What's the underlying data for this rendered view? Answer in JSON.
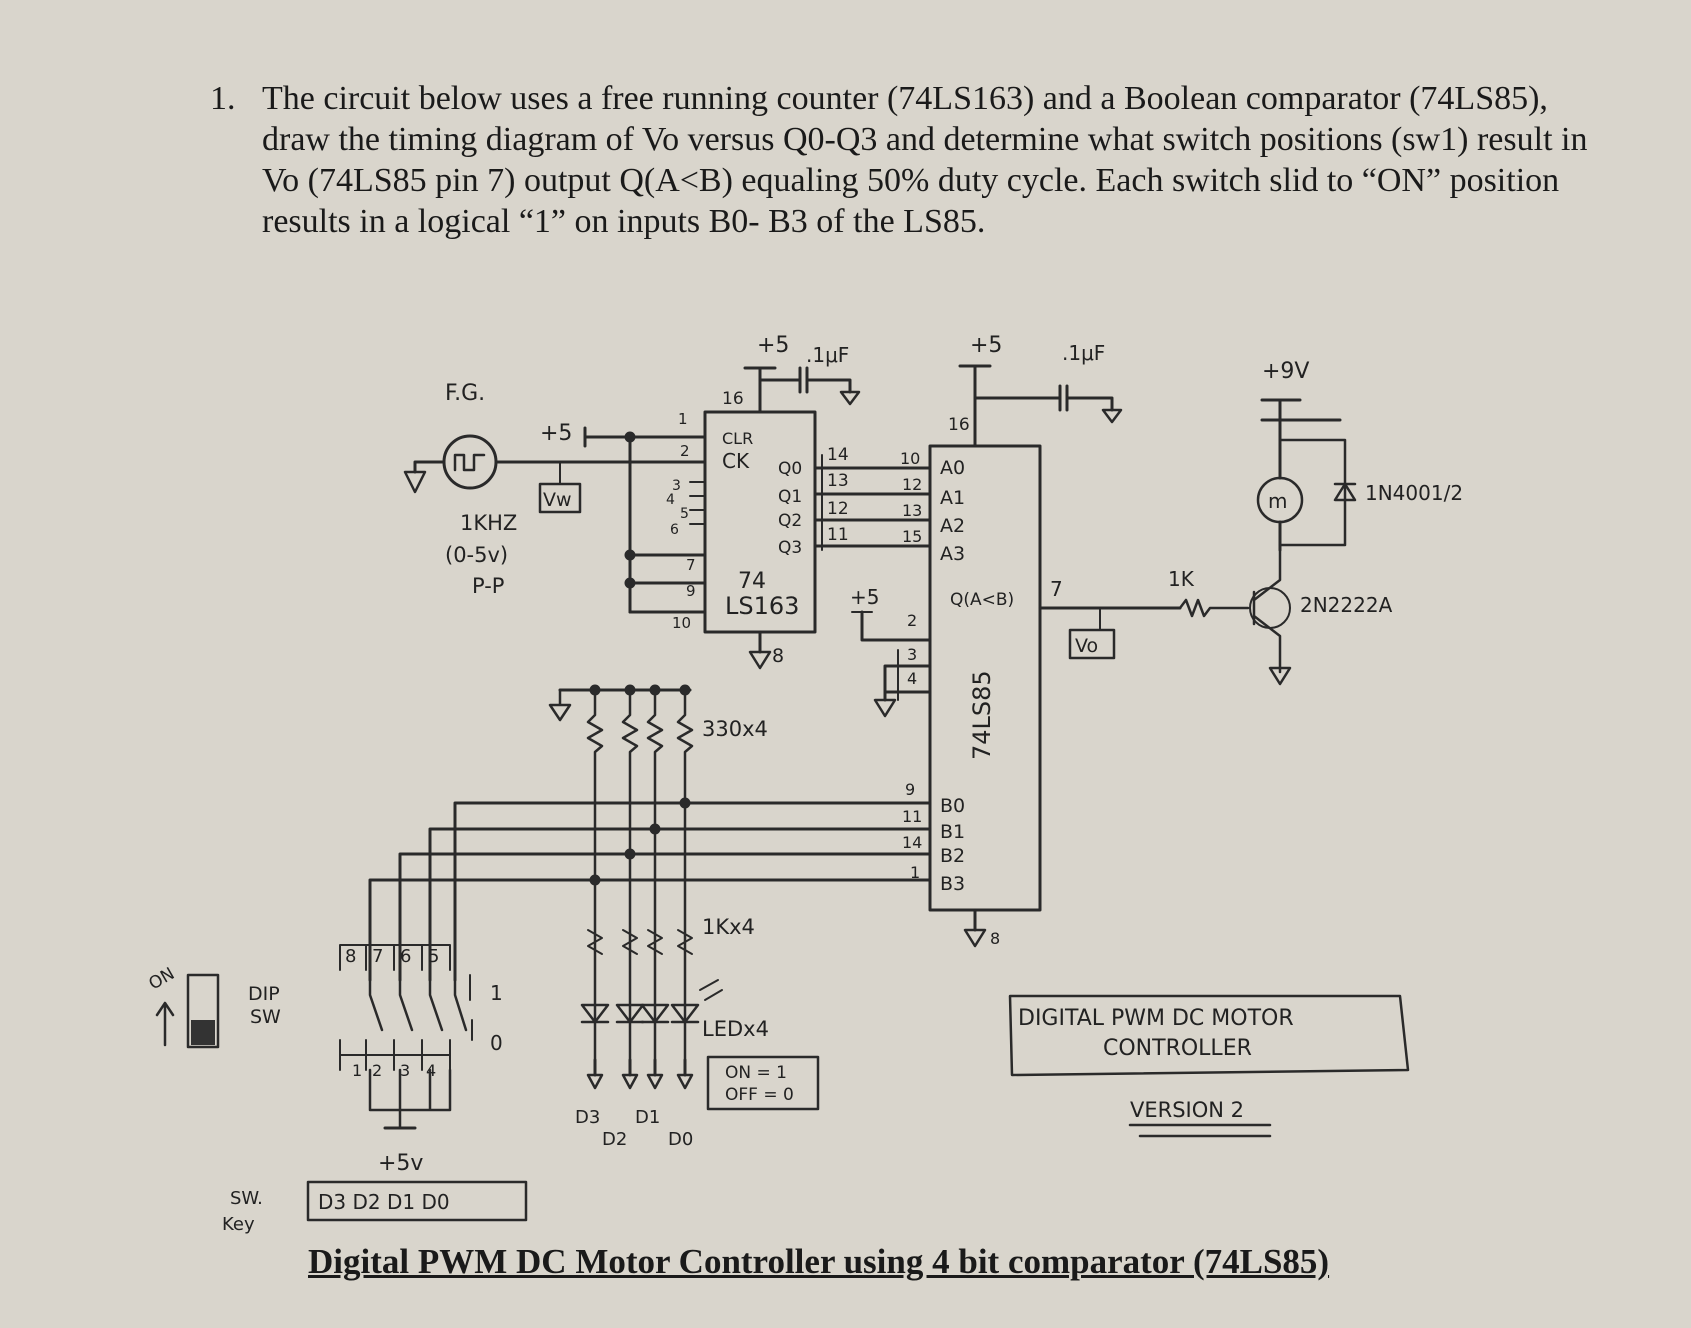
{
  "question": {
    "number": "1.",
    "text": "The circuit below uses a free running counter (74LS163) and a Boolean comparator (74LS85), draw the timing diagram of Vo versus Q0-Q3 and determine what switch positions (sw1) result in Vo (74LS85 pin 7) output Q(A<B) equaling 50% duty cycle. Each switch slid to “ON” position results in a logical “1” on inputs B0- B3 of the LS85."
  },
  "caption": "Digital PWM DC Motor Controller using 4 bit comparator (74LS85)",
  "schematic": {
    "fg_label": "F.G.",
    "fg_freq": "1KHZ",
    "fg_amp": "(0-5v)",
    "fg_pp": "P-P",
    "fg_plus5": "+5",
    "vw_label": "Vw",
    "counter": {
      "line1": "74",
      "line2": "LS163",
      "supply": "+5",
      "cap": ".1μF",
      "vcc_pin": "16",
      "gnd_pin": "8",
      "clr": "CLR",
      "ck": "CK",
      "outputs": [
        "Q0",
        "Q1",
        "Q2",
        "Q3"
      ],
      "out_pins": [
        "14",
        "13",
        "12",
        "11"
      ],
      "left_pins": [
        "1",
        "2",
        "3",
        "4",
        "5",
        "6",
        "7",
        "9",
        "10"
      ]
    },
    "comparator": {
      "name": "74LS85",
      "supply": "+5",
      "cap": ".1μF",
      "vcc_pin": "16",
      "gnd_pin": "8",
      "a_inputs": [
        "A0",
        "A1",
        "A2",
        "A3"
      ],
      "a_pins": [
        "10",
        "12",
        "13",
        "15"
      ],
      "b_inputs": [
        "B0",
        "B1",
        "B2",
        "B3"
      ],
      "b_pins": [
        "9",
        "11",
        "14",
        "1"
      ],
      "cascade_pins": [
        "2",
        "3",
        "4"
      ],
      "cascade_plus5": "+5",
      "output": "Q(A<B)",
      "output_pin": "7"
    },
    "vo_label": "Vo",
    "r_base": "1K",
    "transistor": "2N2222A",
    "motor_supply": "+9V",
    "diode": "1N4001/2",
    "motor_symbol": "m",
    "r_pullup": "330x4",
    "r_led": "1Kx4",
    "led_label": "LEDx4",
    "led_key": [
      "ON = 1",
      "OFF = 0"
    ],
    "led_names": [
      "D3",
      "D2",
      "D1",
      "D0"
    ],
    "dip_label": [
      "DIP",
      "SW"
    ],
    "dip_on": "ON",
    "dip_top_pins": [
      "8",
      "7",
      "6",
      "5"
    ],
    "dip_bottom_pins": [
      "1",
      "2",
      "3",
      "4"
    ],
    "dip_one": "1",
    "dip_zero": "0",
    "dip_plus5": "+5v",
    "sw_key_label": [
      "SW.",
      "Key"
    ],
    "sw_key": "D3 D2 D1 D0",
    "title_box": [
      "DIGITAL PWM DC MOTOR",
      "CONTROLLER"
    ],
    "version": "VERSION 2"
  }
}
